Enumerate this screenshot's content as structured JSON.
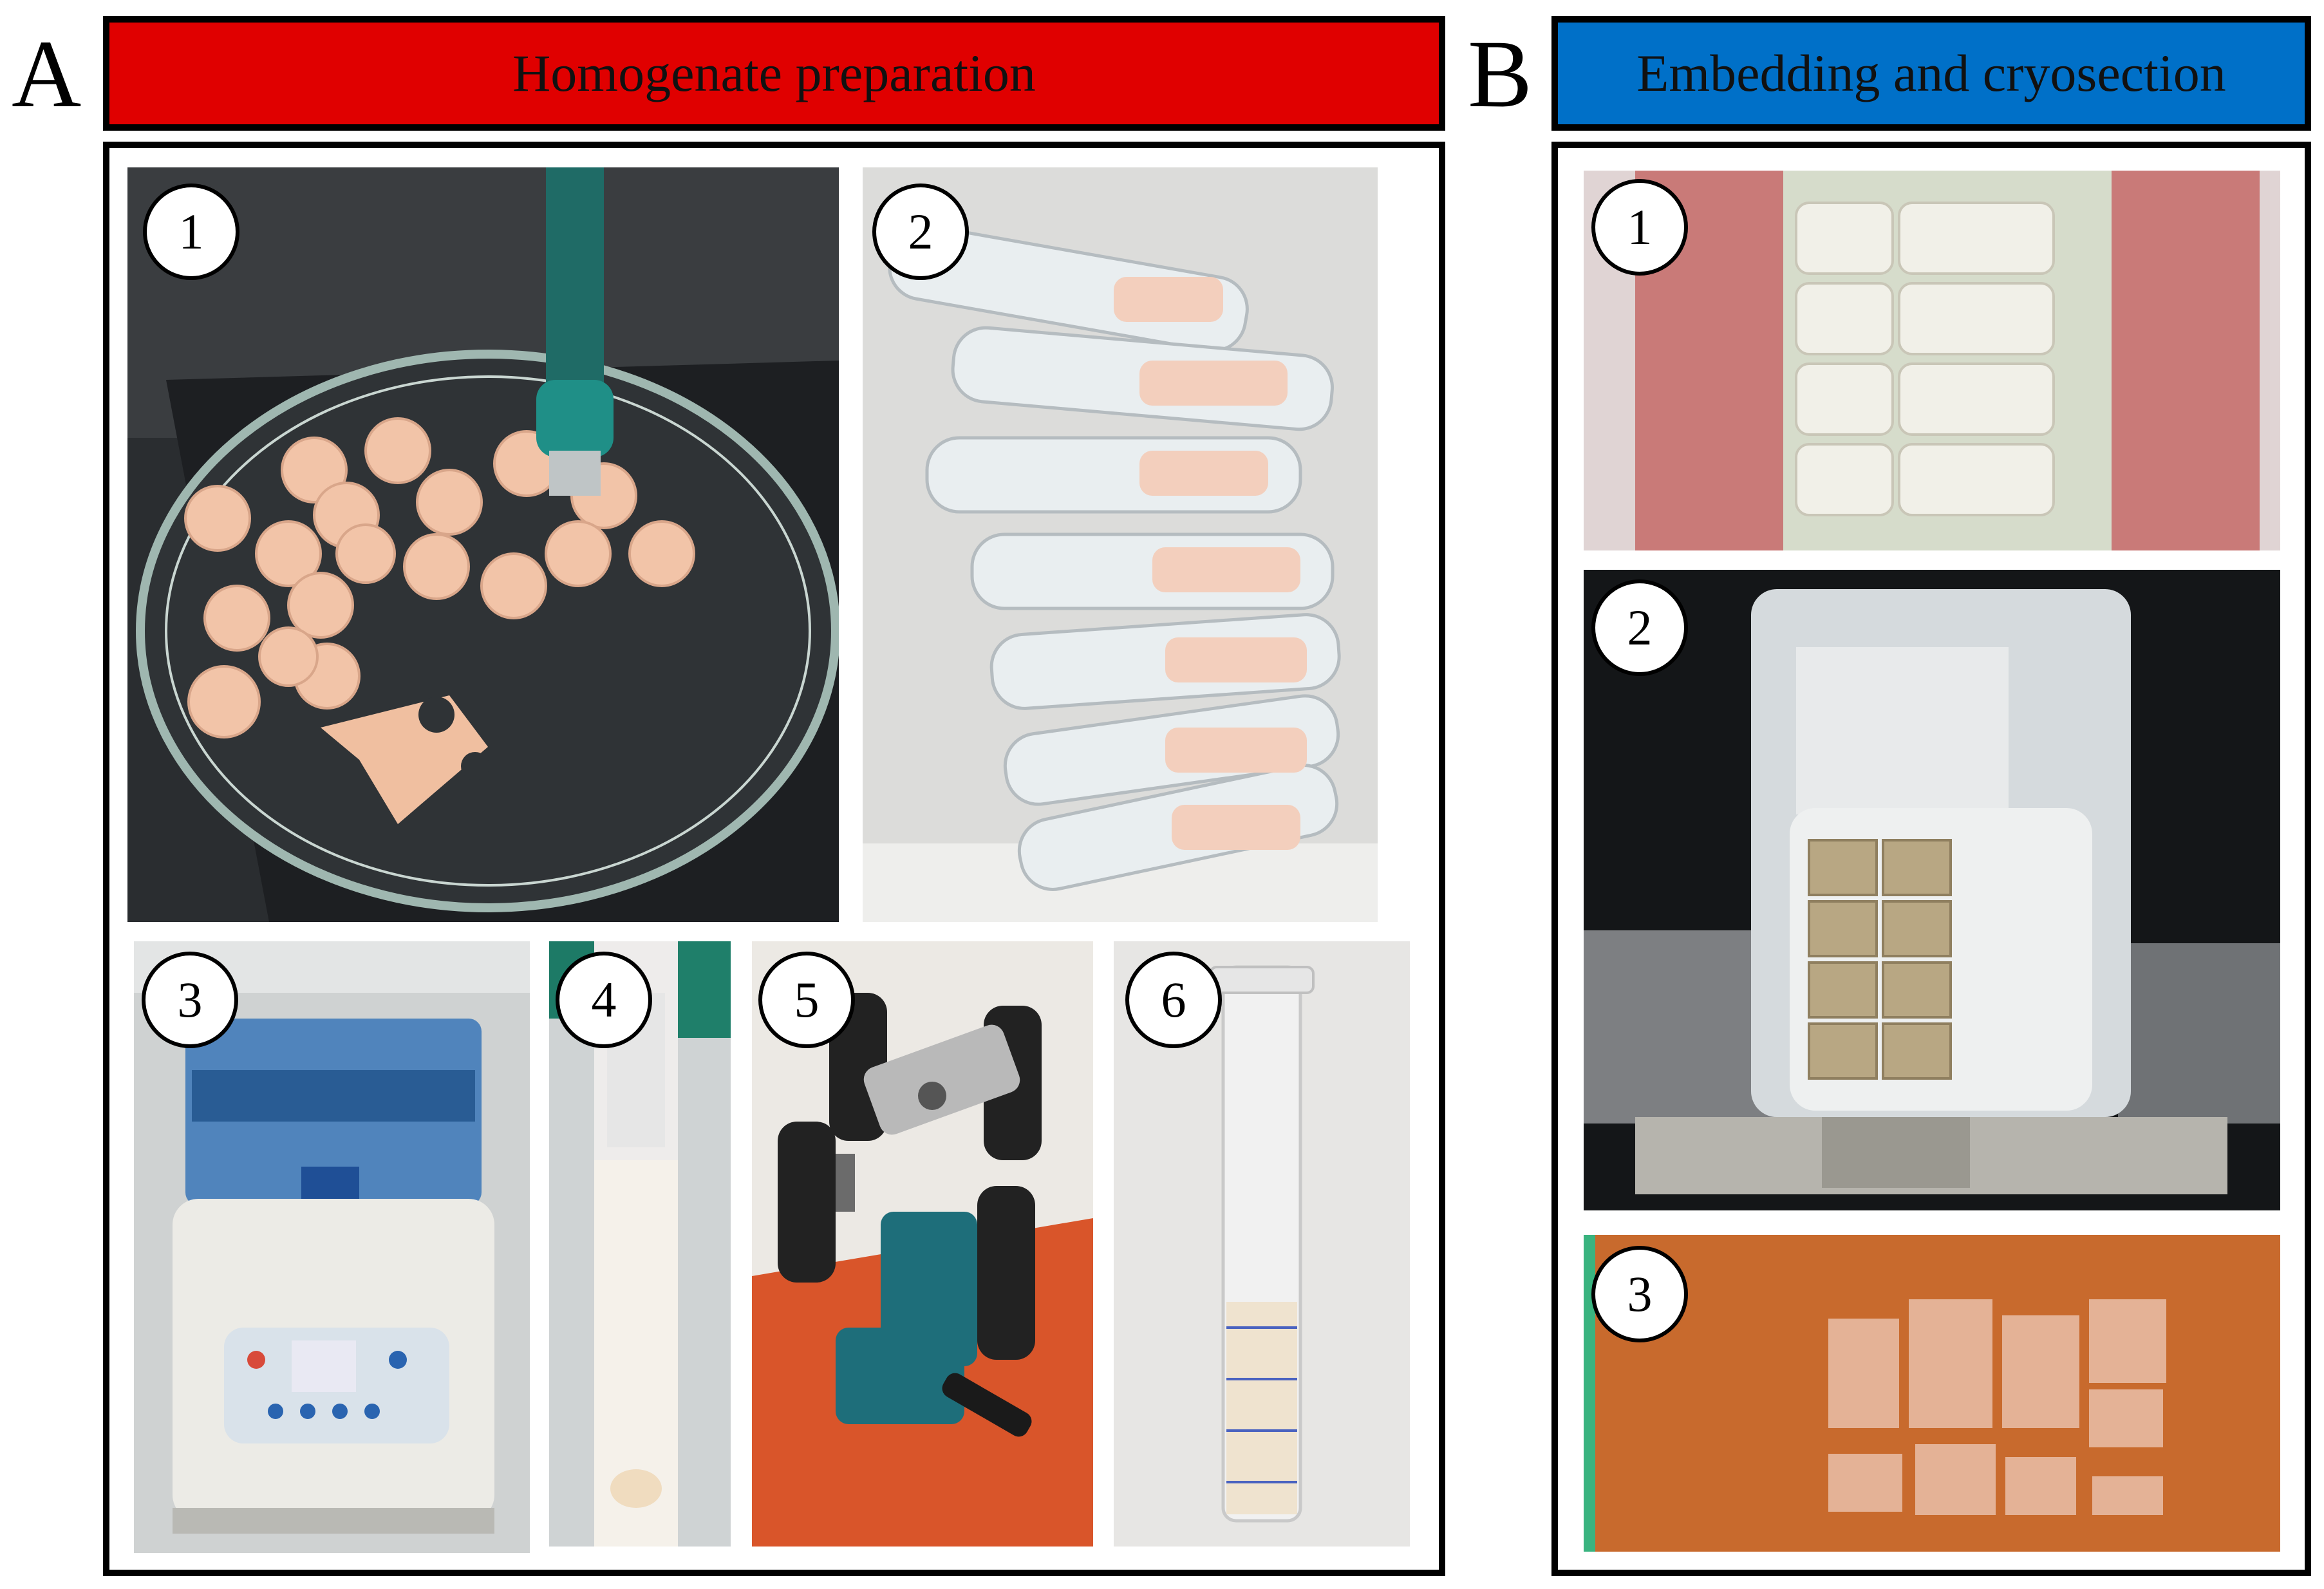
{
  "panel_a": {
    "letter": "A",
    "title": "Homogenate preparation",
    "banner_color": "#e00000",
    "photos": [
      {
        "number": "1"
      },
      {
        "number": "2"
      },
      {
        "number": "3"
      },
      {
        "number": "4"
      },
      {
        "number": "5"
      },
      {
        "number": "6"
      }
    ]
  },
  "panel_b": {
    "letter": "B",
    "title": "Embedding and cryosection",
    "banner_color": "#0070c8",
    "photos": [
      {
        "number": "1"
      },
      {
        "number": "2"
      },
      {
        "number": "3"
      }
    ]
  }
}
